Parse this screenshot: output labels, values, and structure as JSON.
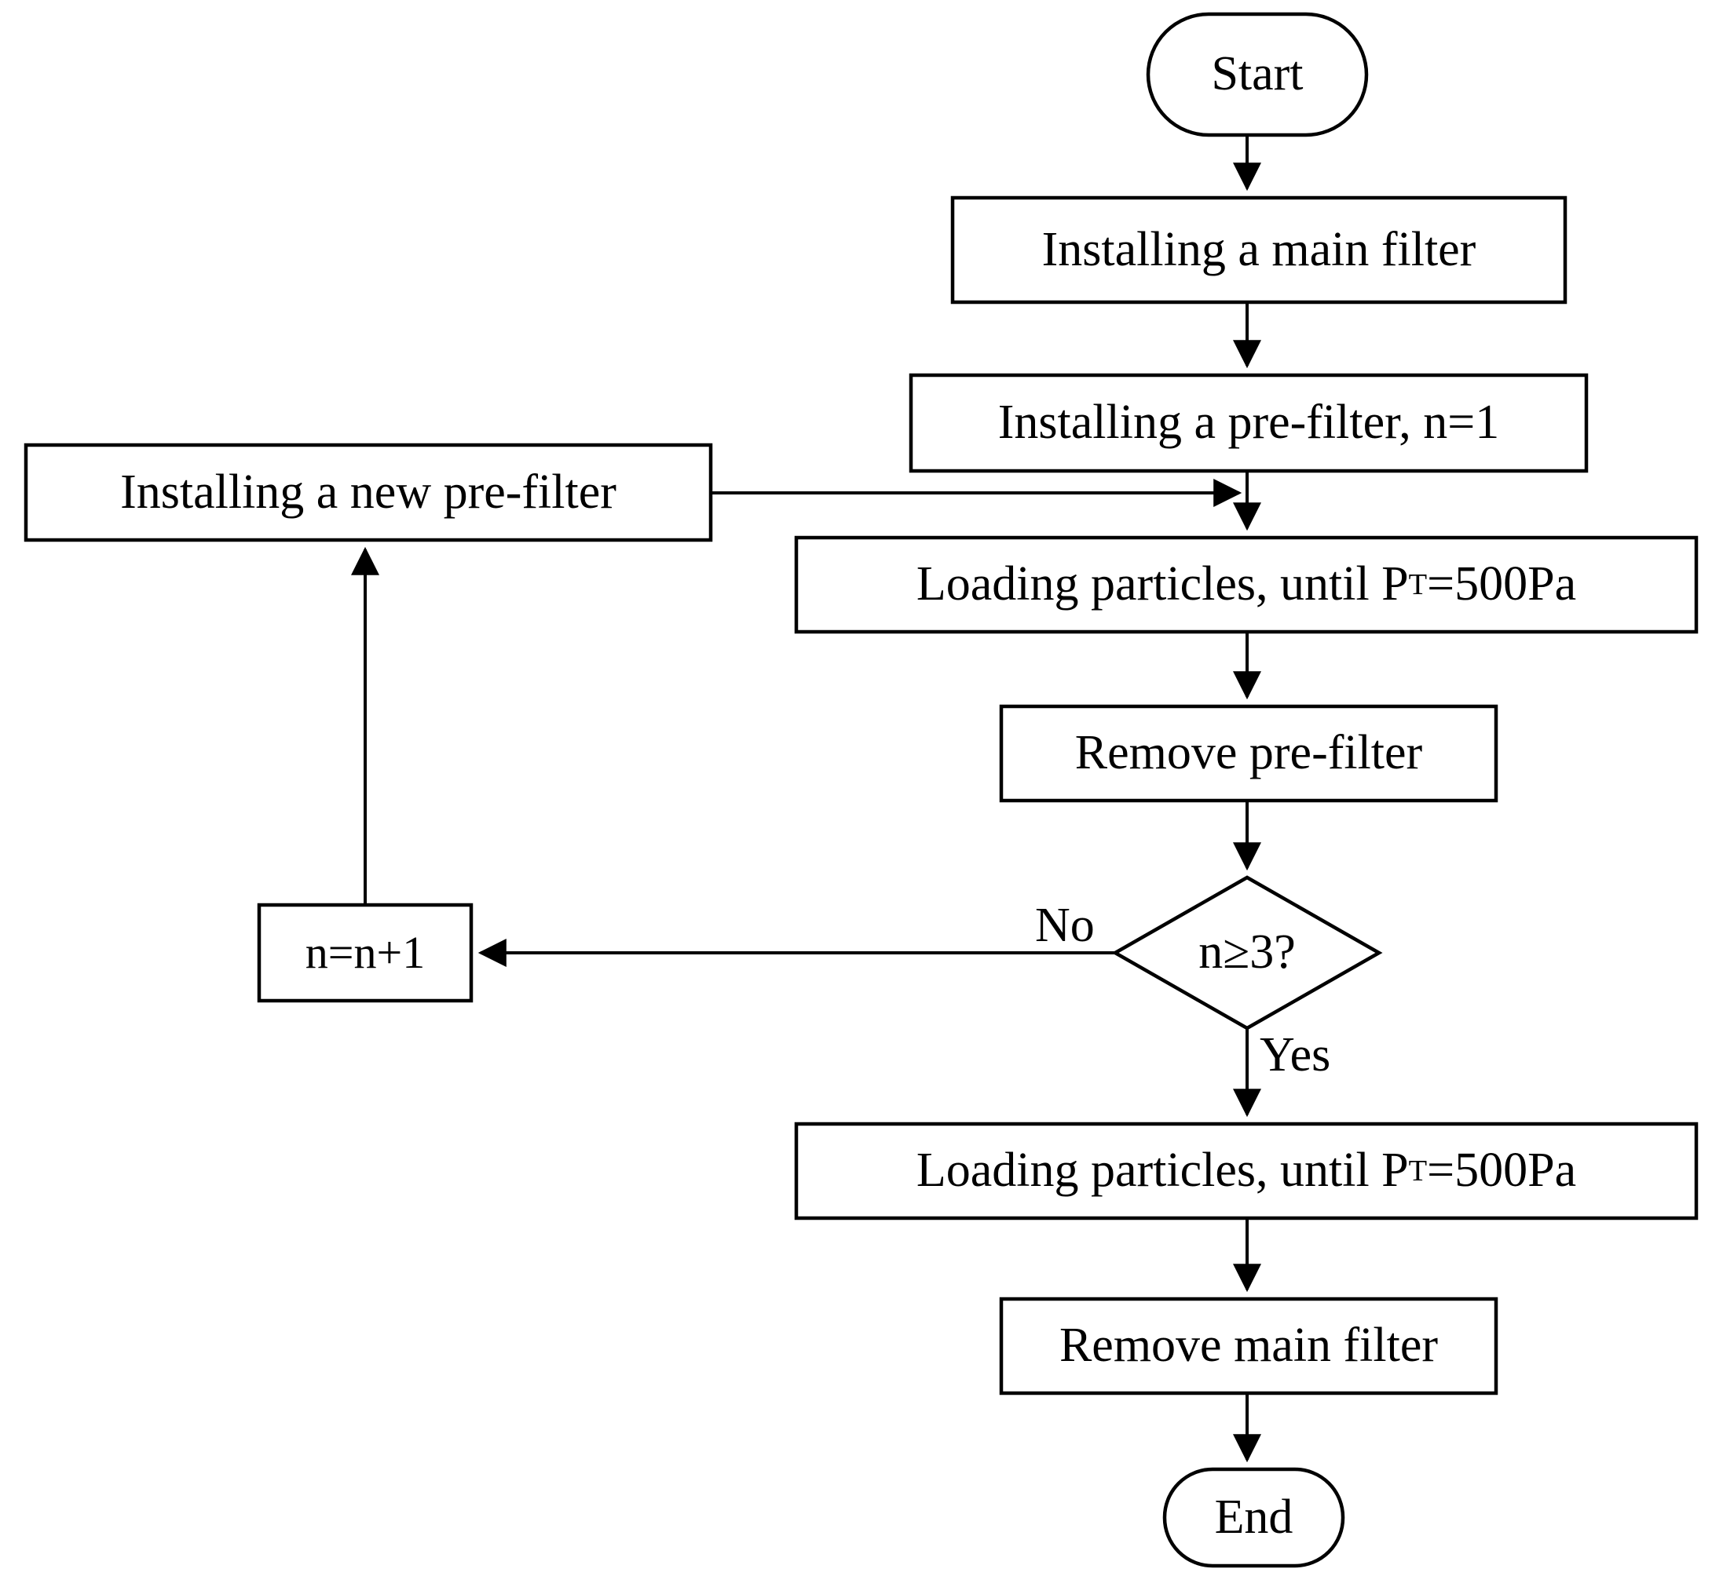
{
  "diagram": {
    "type": "flowchart",
    "orientation": "top-to-bottom",
    "background_color": "#ffffff",
    "stroke_color": "#000000",
    "text_color": "#000000",
    "nodes": [
      {
        "id": "start",
        "shape": "stadium",
        "label": "Start"
      },
      {
        "id": "install_main",
        "shape": "rectangle",
        "label": "Installing a main filter"
      },
      {
        "id": "install_pre",
        "shape": "rectangle",
        "label": "Installing a pre-filter, n=1"
      },
      {
        "id": "install_new_pre",
        "shape": "rectangle",
        "label": "Installing a new pre-filter"
      },
      {
        "id": "loading_1",
        "shape": "rectangle",
        "label_pre": "Loading particles, until P",
        "label_sub": "T",
        "label_post": "=500Pa"
      },
      {
        "id": "remove_pre",
        "shape": "rectangle",
        "label": "Remove pre-filter"
      },
      {
        "id": "decision_n",
        "shape": "diamond",
        "label": "n≥3?"
      },
      {
        "id": "increment_n",
        "shape": "rectangle",
        "label": "n=n+1"
      },
      {
        "id": "loading_2",
        "shape": "rectangle",
        "label_pre": "Loading particles, until P",
        "label_sub": "T",
        "label_post": "=500Pa"
      },
      {
        "id": "remove_main",
        "shape": "rectangle",
        "label": "Remove main filter"
      },
      {
        "id": "end",
        "shape": "stadium",
        "label": "End"
      }
    ],
    "edge_labels": {
      "decision_no": "No",
      "decision_yes": "Yes"
    },
    "edges": [
      {
        "from": "start",
        "to": "install_main",
        "label": ""
      },
      {
        "from": "install_main",
        "to": "install_pre",
        "label": ""
      },
      {
        "from": "install_pre",
        "to": "loading_1",
        "label": ""
      },
      {
        "from": "install_new_pre",
        "to": "loading_1",
        "label": ""
      },
      {
        "from": "loading_1",
        "to": "remove_pre",
        "label": ""
      },
      {
        "from": "remove_pre",
        "to": "decision_n",
        "label": ""
      },
      {
        "from": "decision_n",
        "to": "increment_n",
        "label": "No"
      },
      {
        "from": "increment_n",
        "to": "install_new_pre",
        "label": ""
      },
      {
        "from": "decision_n",
        "to": "loading_2",
        "label": "Yes"
      },
      {
        "from": "loading_2",
        "to": "remove_main",
        "label": ""
      },
      {
        "from": "remove_main",
        "to": "end",
        "label": ""
      }
    ]
  }
}
